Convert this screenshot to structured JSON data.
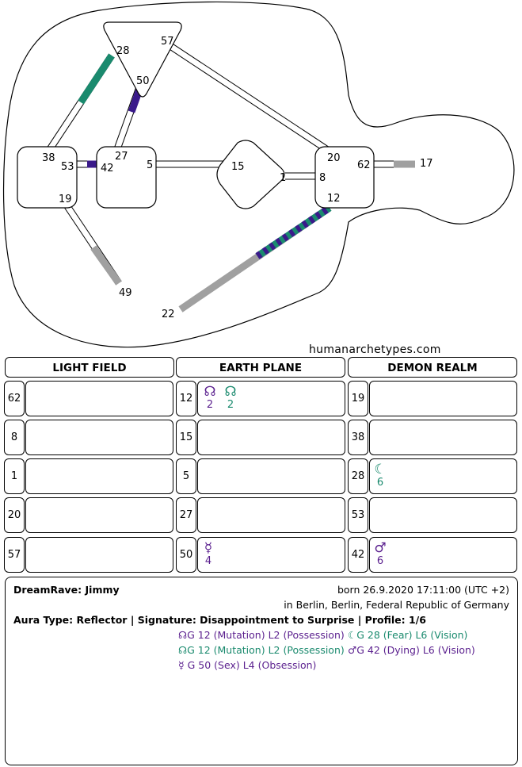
{
  "colors": {
    "purple": "#5a1f8e",
    "teal": "#1a8a6e",
    "indigo": "#3a1a8a",
    "gray": "#a0a0a0"
  },
  "diagram": {
    "gates": {
      "g28": "28",
      "g57": "57",
      "g50": "50",
      "g38": "38",
      "g53": "53",
      "g42": "42",
      "g19": "19",
      "g27": "27",
      "g5": "5",
      "g15": "15",
      "g1": "1",
      "g8": "8",
      "g20": "20",
      "g62": "62",
      "g12": "12",
      "g17": "17",
      "g49": "49",
      "g22": "22"
    }
  },
  "site": "humanarchetypes.com",
  "columns": [
    {
      "title": "LIGHT FIELD",
      "gates": [
        "62",
        "8",
        "1",
        "20",
        "57"
      ]
    },
    {
      "title": "EARTH PLANE",
      "gates": [
        "12",
        "15",
        "5",
        "27",
        "50"
      ]
    },
    {
      "title": "DEMON REALM",
      "gates": [
        "19",
        "38",
        "28",
        "53",
        "42"
      ]
    }
  ],
  "planets": {
    "earth_12_a": {
      "symbol": "☊",
      "line": "2",
      "color": "purple"
    },
    "earth_12_b": {
      "symbol": "☊",
      "line": "2",
      "color": "teal"
    },
    "earth_50": {
      "symbol": "☿",
      "line": "4",
      "color": "purple"
    },
    "demon_28": {
      "symbol": "☾",
      "line": "6",
      "color": "teal"
    },
    "demon_42": {
      "symbol": "♂",
      "line": "6",
      "color": "purple"
    }
  },
  "info": {
    "name": "DreamRave: Jimmy",
    "born": "born 26.9.2020 17:11:00 (UTC +2)",
    "place": "in Berlin, Berlin, Federal Republic of Germany",
    "summary": "Aura Type: Reflector | Signature: Disappointment to Surprise | Profile: 1/6",
    "line1a": "☊G 12 (Mutation) L2 (Possession)",
    "line1b": "☾G 28 (Fear) L6 (Vision)",
    "line2a": "☊G 12 (Mutation) L2 (Possession)",
    "line2b": "♂G 42 (Dying) L6 (Vision)",
    "line3a": "☿ G 50 (Sex) L4 (Obsession)"
  }
}
